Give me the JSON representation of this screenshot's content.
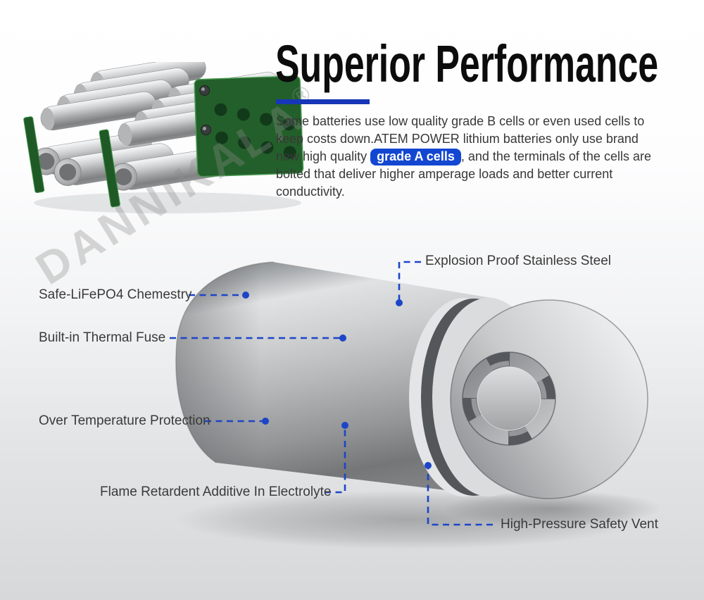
{
  "watermark": {
    "text": "DANNIKALA",
    "reg": "®"
  },
  "header": {
    "title": "Superior Performance",
    "underline_color": "#1636b8"
  },
  "intro": {
    "text_before_badge": "Some batteries use low quality grade B cells or even used cells to keep costs down.ATEM POWER lithium batteries only use brand new high quality",
    "badge_label": "grade A cells",
    "badge_color": "#1347d1",
    "text_after_badge": ", and the terminals of the cells are bolted that deliver higher amperage loads and better current conductivity."
  },
  "diagram": {
    "accent_color": "#1d45c8",
    "metal_color": "#c7c9cb",
    "pack_green_color": "#2b6a32",
    "callouts": [
      {
        "id": "explosion-proof",
        "label": "Explosion Proof Stainless Steel"
      },
      {
        "id": "chemistry",
        "label": "Safe-LiFePO4 Chemestry"
      },
      {
        "id": "thermal-fuse",
        "label": "Built-in Thermal Fuse"
      },
      {
        "id": "over-temperature",
        "label": "Over Temperature Protection"
      },
      {
        "id": "flame-retardant",
        "label": "Flame Retardent Additive In Electrolyte"
      },
      {
        "id": "safety-vent",
        "label": "High-Pressure Safety Vent"
      }
    ]
  }
}
